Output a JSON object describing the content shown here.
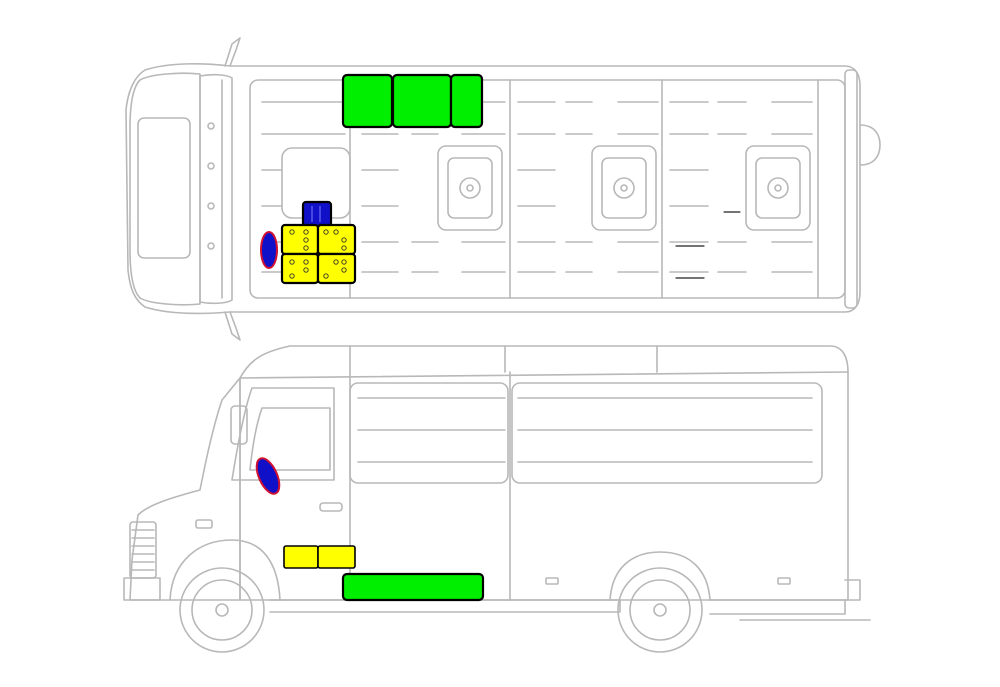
{
  "diagram": {
    "views": [
      "top-view",
      "side-view"
    ],
    "colors": {
      "background": "#ffffff",
      "outline": "#b8b8b8",
      "outline_dark": "#9a9a9a",
      "green_zone": "#00ee00",
      "yellow_zone": "#ffff00",
      "blue_zone": "#1010c8",
      "blue_zone_alt": "#0000aa",
      "zone_border": "#000000",
      "ellipse_border": "#d01030"
    },
    "zones": [
      {
        "id": "roof-front-green",
        "color": "green",
        "view": "top"
      },
      {
        "id": "roof-middle-green",
        "color": "green",
        "view": "top"
      },
      {
        "id": "roof-rear-green",
        "color": "green",
        "view": "top"
      },
      {
        "id": "floor-blue-box",
        "color": "blue",
        "view": "top"
      },
      {
        "id": "floor-yellow-box-left-upper",
        "color": "yellow",
        "view": "top"
      },
      {
        "id": "floor-yellow-box-right-upper",
        "color": "yellow",
        "view": "top"
      },
      {
        "id": "floor-yellow-box-left-lower",
        "color": "yellow",
        "view": "top"
      },
      {
        "id": "floor-yellow-box-right-lower",
        "color": "yellow",
        "view": "top"
      },
      {
        "id": "top-blue-ellipse",
        "color": "blue",
        "view": "top"
      },
      {
        "id": "side-blue-ellipse",
        "color": "blue",
        "view": "side"
      },
      {
        "id": "side-yellow-box-left",
        "color": "yellow",
        "view": "side"
      },
      {
        "id": "side-yellow-box-right",
        "color": "yellow",
        "view": "side"
      },
      {
        "id": "side-green-bar",
        "color": "green",
        "view": "side"
      }
    ]
  }
}
